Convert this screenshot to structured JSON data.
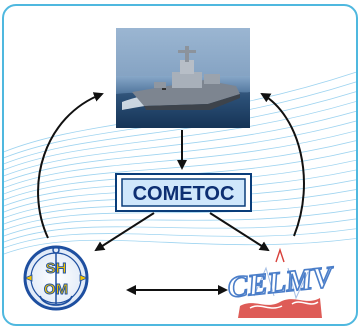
{
  "diagram": {
    "center_label": "COMETOC",
    "left_logo_text": [
      "SH",
      "OM"
    ],
    "right_logo_text": "CELMV",
    "ship_image": "warship-photo"
  },
  "colors": {
    "frame": "#4fb8df",
    "center_box_fill": "#cfe7fb",
    "center_box_border": "#0a3d7a",
    "center_text": "#0d2f72",
    "arrow": "#111111",
    "shom_blue": "#1e4fa0",
    "shom_yellow": "#f5c400",
    "celm_blue": "#4b7ec9",
    "celm_red": "#d8403a",
    "sea_dark": "#14385e",
    "sea_light": "#6f93b8",
    "wave_lines": "#7ec4ea"
  }
}
